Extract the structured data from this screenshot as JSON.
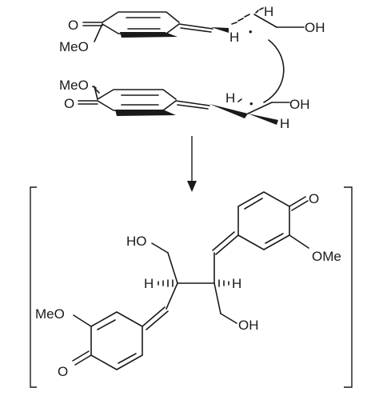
{
  "top_monomer": {
    "oxygen": "O",
    "methoxy": "MeO",
    "h_vinyl": "H",
    "h_radical": "H",
    "hydroxyl": "OH",
    "radical_dot": "•"
  },
  "bottom_monomer": {
    "oxygen": "O",
    "methoxy": "MeO",
    "h_vinyl": "H",
    "h_radical": "H",
    "hydroxyl": "OH",
    "radical_dot": "•"
  },
  "product": {
    "upper_ring_oxygen": "O",
    "upper_methoxy": "OMe",
    "lower_ring_oxygen": "O",
    "lower_methoxy": "MeO",
    "upper_hydroxyl": "HO",
    "lower_hydroxyl": "OH",
    "left_h": "H",
    "right_h": "H"
  }
}
